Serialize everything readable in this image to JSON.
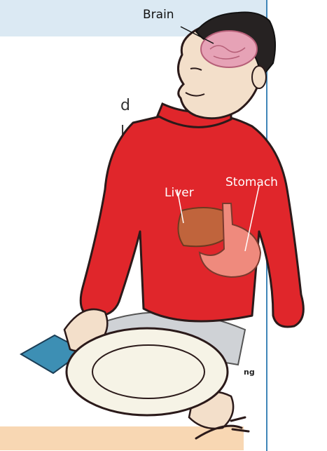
{
  "body_text": {
    "line1_fragment": "d",
    "line2_fragment": "ld",
    "caption_fragment": "ng"
  },
  "labels": {
    "brain": "Brain",
    "liver": "Liver",
    "stomach": "Stomach"
  },
  "colors": {
    "header_band": "#dbe9f3",
    "divider": "#3f86b8",
    "sweater": "#e0262b",
    "footer_box": "#f8d7b3"
  }
}
